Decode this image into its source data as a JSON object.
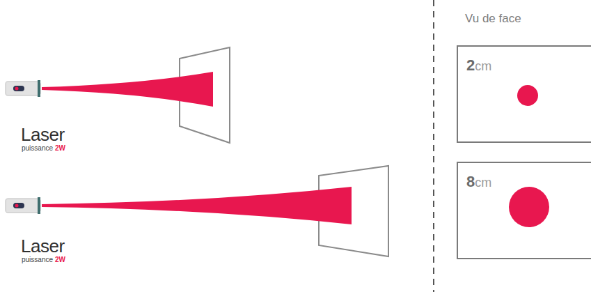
{
  "diagram": {
    "nodes": [
      {
        "text": [
          "2",
          "cm"
        ]
      },
      {
        "text": [
          "8",
          "cm"
        ]
      }
    ],
    "labels": [
      "Laser",
      "puissance",
      "2W",
      "Laser",
      "puissance",
      "2W",
      "Vu de face"
    ]
  }
}
